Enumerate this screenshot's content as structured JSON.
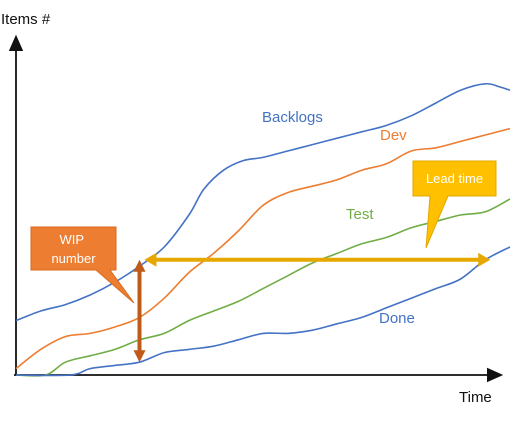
{
  "chart_data": {
    "type": "line",
    "xlabel": "Time",
    "ylabel": "Items #",
    "xlim": [
      0,
      100
    ],
    "ylim": [
      0,
      100
    ],
    "grid": false,
    "series": [
      {
        "name": "Backlogs",
        "color": "#4472C4",
        "x": [
          0,
          5,
          10,
          15,
          20,
          25,
          30,
          35,
          38,
          42,
          46,
          50,
          55,
          60,
          65,
          70,
          75,
          80,
          85,
          90,
          95,
          98,
          100
        ],
        "y": [
          17,
          20,
          22,
          25,
          29,
          34,
          40,
          50,
          58,
          64,
          67,
          68,
          70,
          72,
          74,
          76,
          78,
          81,
          85,
          89,
          91,
          90,
          89
        ]
      },
      {
        "name": "Dev",
        "color": "#ED7D31",
        "x": [
          0,
          5,
          10,
          15,
          20,
          25,
          30,
          35,
          40,
          45,
          50,
          55,
          60,
          65,
          70,
          75,
          80,
          85,
          90,
          95,
          100
        ],
        "y": [
          2,
          8,
          12,
          13,
          15,
          18,
          24,
          32,
          38,
          45,
          53,
          57,
          59,
          61,
          64,
          66,
          70,
          71,
          73,
          75,
          77
        ]
      },
      {
        "name": "Test",
        "color": "#70AD47",
        "x": [
          0,
          6,
          10,
          15,
          20,
          25,
          30,
          35,
          40,
          45,
          50,
          55,
          60,
          65,
          70,
          75,
          80,
          85,
          90,
          95,
          100
        ],
        "y": [
          0,
          0,
          4,
          6,
          8,
          11,
          13,
          17,
          20,
          23,
          27,
          31,
          35,
          38,
          41,
          43,
          46,
          48,
          50,
          51,
          55
        ]
      },
      {
        "name": "Done",
        "color": "#4472C4",
        "x": [
          0,
          11,
          15,
          20,
          25,
          30,
          35,
          40,
          45,
          50,
          55,
          60,
          65,
          70,
          75,
          80,
          85,
          90,
          95,
          100
        ],
        "y": [
          0,
          0,
          2,
          3,
          4,
          7,
          8,
          9,
          11,
          13,
          13,
          14,
          16,
          18,
          21,
          24,
          27,
          30,
          36,
          40
        ]
      }
    ],
    "annotations": [
      {
        "text": "WIP number",
        "color": "#ED7D31",
        "x": 25,
        "y_from": 4,
        "y_to": 36
      },
      {
        "text": "Lead time",
        "color": "#F2B705",
        "x_from": 26,
        "x_to": 96,
        "y": 36
      }
    ]
  }
}
